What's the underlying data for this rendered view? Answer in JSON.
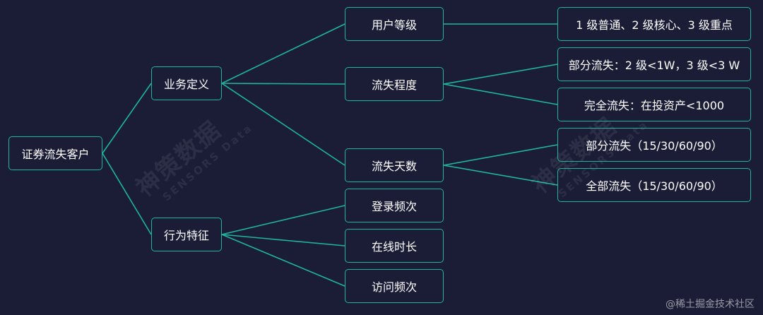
{
  "root": {
    "label": "证券流失客户"
  },
  "level1": {
    "definition": "业务定义",
    "behavior": "行为特征"
  },
  "level2": {
    "user_level": "用户等级",
    "churn_degree": "流失程度",
    "churn_days": "流失天数",
    "login_freq": "登录频次",
    "online_duration": "在线时长",
    "visit_freq": "访问频次"
  },
  "level3": {
    "user_level_desc": "1 级普通、2 级核心、3 级重点",
    "partial_churn_amount": "部分流失：2 级<1W，3 级<3 W",
    "full_churn_amount": "完全流失：在投资产<1000",
    "partial_churn_days": "部分流失（15/30/60/90）",
    "full_churn_days": "全部流失（15/30/60/90）"
  },
  "watermark": {
    "cn": "神策数据",
    "en": "SENSORS Data"
  },
  "footer": "@稀土掘金技术社区",
  "colors": {
    "background": "#1b1d36",
    "node_border": "#1fb59b",
    "connector": "#1fb59b",
    "text": "#ffffff"
  }
}
